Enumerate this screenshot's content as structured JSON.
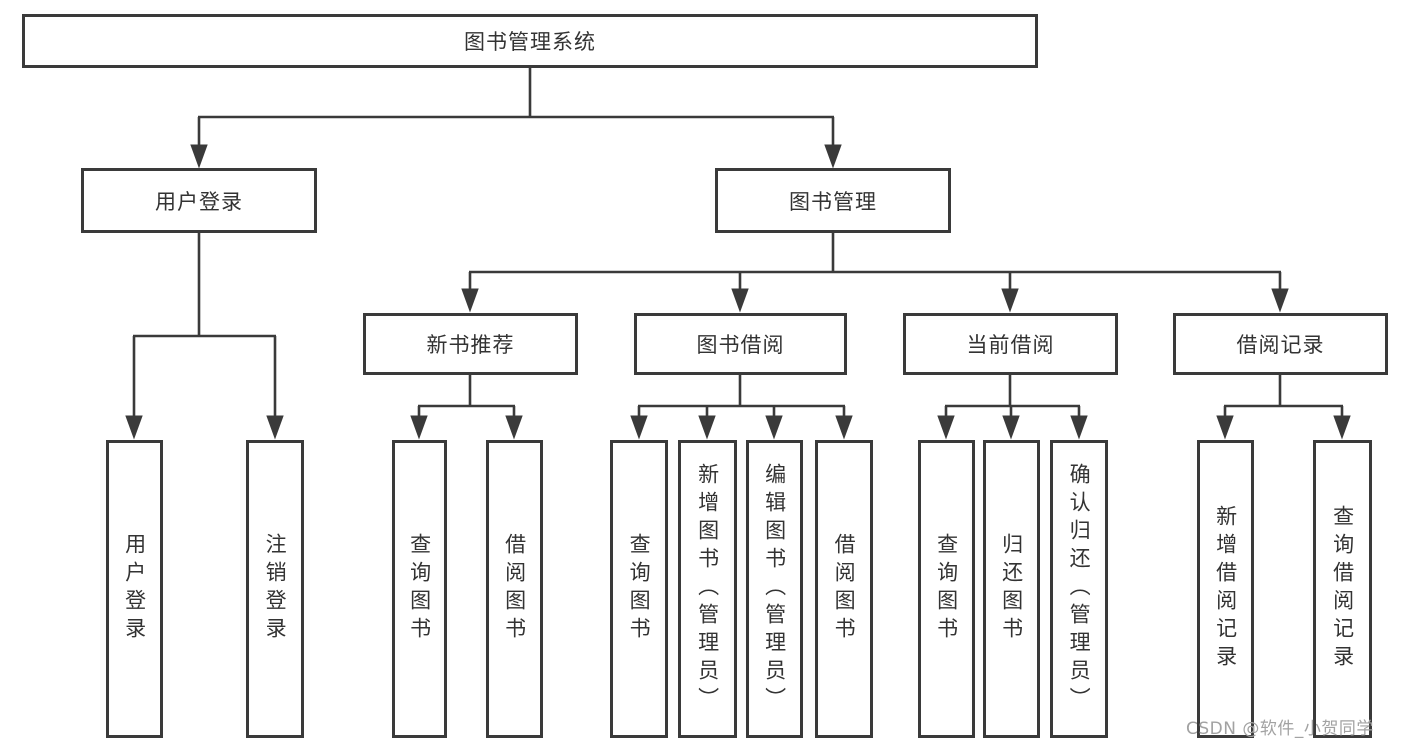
{
  "diagram_title": "图书管理系统",
  "nodes": {
    "root": {
      "label": "图书管理系统"
    },
    "user_login": {
      "label": "用户登录"
    },
    "book_mgmt": {
      "label": "图书管理"
    },
    "new_book_rec": {
      "label": "新书推荐"
    },
    "book_borrow": {
      "label": "图书借阅"
    },
    "current_borrow": {
      "label": "当前借阅"
    },
    "borrow_record": {
      "label": "借阅记录"
    },
    "leaf_user_login": {
      "label": "用户登录"
    },
    "leaf_logout": {
      "label": "注销登录"
    },
    "leaf_query_book_1": {
      "label": "查询图书"
    },
    "leaf_borrow_book_1": {
      "label": "借阅图书"
    },
    "leaf_query_book_2": {
      "label": "查询图书"
    },
    "leaf_add_book": {
      "label": "新增图书（管理员）"
    },
    "leaf_edit_book": {
      "label": "编辑图书（管理员）"
    },
    "leaf_borrow_book_2": {
      "label": "借阅图书"
    },
    "leaf_query_book_3": {
      "label": "查询图书"
    },
    "leaf_return_book": {
      "label": "归还图书"
    },
    "leaf_confirm_return": {
      "label": "确认归还（管理员）"
    },
    "leaf_add_borrow_record": {
      "label": "新增借阅记录"
    },
    "leaf_query_borrow_record": {
      "label": "查询借阅记录"
    }
  },
  "hierarchy": {
    "root": [
      "user_login",
      "book_mgmt"
    ],
    "user_login": [
      "leaf_user_login",
      "leaf_logout"
    ],
    "book_mgmt": [
      "new_book_rec",
      "book_borrow",
      "current_borrow",
      "borrow_record"
    ],
    "new_book_rec": [
      "leaf_query_book_1",
      "leaf_borrow_book_1"
    ],
    "book_borrow": [
      "leaf_query_book_2",
      "leaf_add_book",
      "leaf_edit_book",
      "leaf_borrow_book_2"
    ],
    "current_borrow": [
      "leaf_query_book_3",
      "leaf_return_book",
      "leaf_confirm_return"
    ],
    "borrow_record": [
      "leaf_add_borrow_record",
      "leaf_query_borrow_record"
    ]
  },
  "watermark": {
    "text": "CSDN @软件_小贺同学"
  },
  "colors": {
    "line": "#3a3a3a",
    "box_border": "#3a3a3a",
    "text": "#333333",
    "watermark": "#a2a2a2",
    "background": "#ffffff"
  }
}
